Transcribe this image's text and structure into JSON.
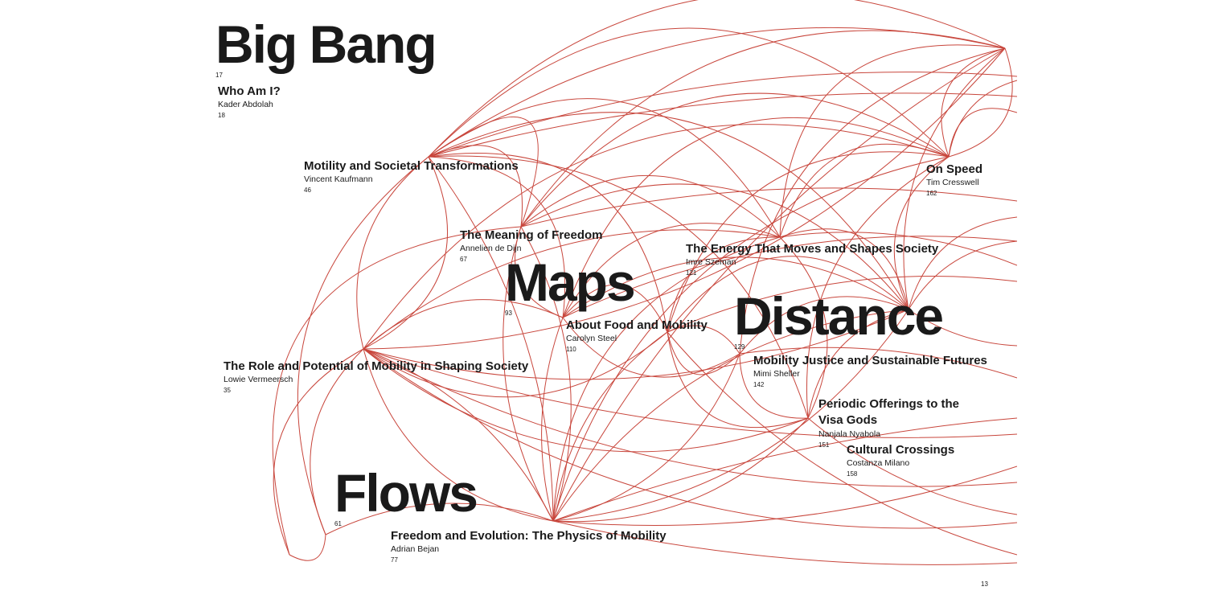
{
  "sections": [
    {
      "id": "big-bang",
      "title": "Big Bang",
      "page": "17"
    },
    {
      "id": "maps",
      "title": "Maps",
      "page": "93"
    },
    {
      "id": "distance",
      "title": "Distance",
      "page": "129"
    },
    {
      "id": "flows",
      "title": "Flows",
      "page": "61"
    }
  ],
  "chapters": [
    {
      "id": "who-am-i",
      "title": "Who Am I?",
      "author": "Kader Abdolah",
      "page": "18"
    },
    {
      "id": "motility",
      "title": "Motility and Societal Transformations",
      "author": "Vincent Kaufmann",
      "page": "46"
    },
    {
      "id": "meaning-freedom",
      "title": "The Meaning of Freedom",
      "author": "Annelien de Dijn",
      "page": "67"
    },
    {
      "id": "role-potential",
      "title": "The Role and Potential of Mobility in Shaping Society",
      "author": "Lowie Vermeersch",
      "page": "35"
    },
    {
      "id": "food-mobility",
      "title": "About Food and Mobility",
      "author": "Carolyn Steel",
      "page": "110"
    },
    {
      "id": "energy",
      "title": "The Energy That Moves and Shapes Society",
      "author": "Imre Szeman",
      "page": "121"
    },
    {
      "id": "mobility-justice",
      "title": "Mobility Justice and Sustainable Futures",
      "author": "Mimi Sheller",
      "page": "142"
    },
    {
      "id": "periodic-offerings",
      "title": "Periodic Offerings to the\nVisa Gods",
      "author": "Nanjala Nyabola",
      "page": "151"
    },
    {
      "id": "cultural-crossings",
      "title": "Cultural Crossings",
      "author": "Costanza Milano",
      "page": "158"
    },
    {
      "id": "on-speed",
      "title": "On Speed",
      "author": "Tim Cresswell",
      "page": "162"
    },
    {
      "id": "freedom-evolution",
      "title": "Freedom and Evolution: The Physics of Mobility",
      "author": "Adrian Bejan",
      "page": "77"
    }
  ],
  "folio": "13",
  "colors": {
    "connection": "#c8463c",
    "text": "#1a1a1a",
    "background": "#ffffff"
  }
}
